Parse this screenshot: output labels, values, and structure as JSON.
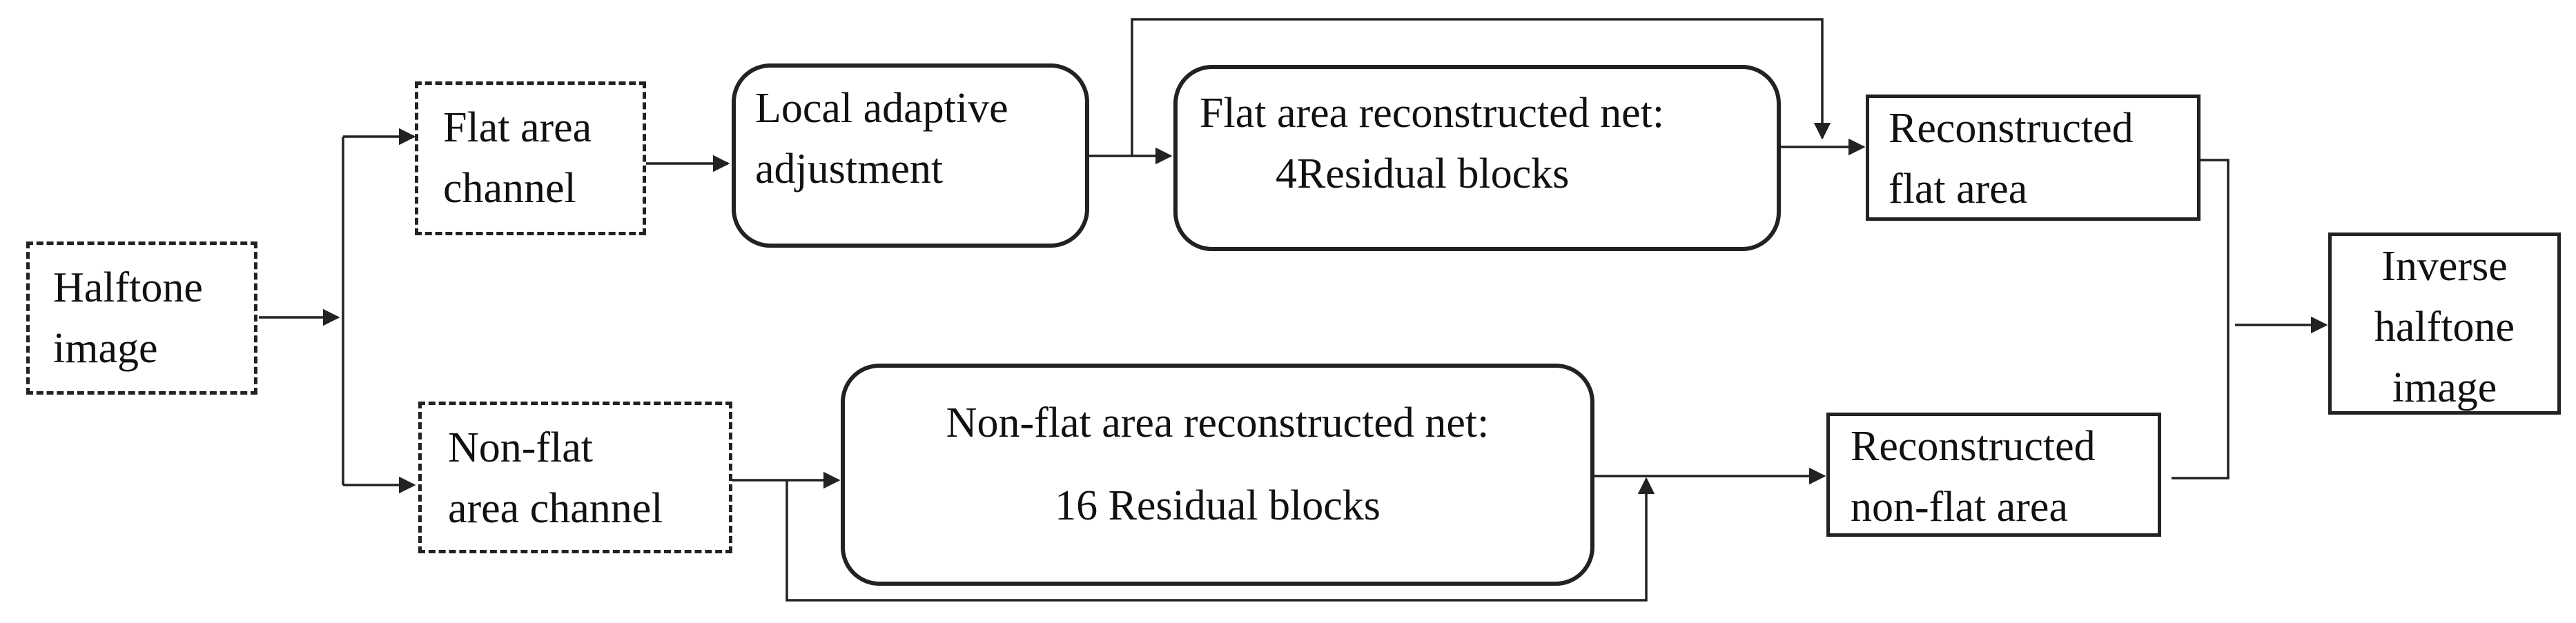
{
  "nodes": {
    "halftone": {
      "line1": "Halftone",
      "line2": "image"
    },
    "flat_channel": {
      "line1": "Flat area",
      "line2": "channel"
    },
    "nonflat_channel": {
      "line1": "Non-flat",
      "line2": "area channel"
    },
    "local_adaptive": {
      "line1": "Local adaptive",
      "line2": "adjustment"
    },
    "flat_net": {
      "line1": "Flat area reconstructed net:",
      "line2": "4Residual blocks"
    },
    "nonflat_net": {
      "line1": "Non-flat area reconstructed net:",
      "line2": "16 Residual blocks"
    },
    "recon_flat": {
      "line1": "Reconstructed",
      "line2": "flat area"
    },
    "recon_nonflat": {
      "line1": "Reconstructed",
      "line2": "non-flat area"
    },
    "inverse": {
      "line1": "Inverse",
      "line2": "halftone",
      "line3": "image"
    }
  },
  "colors": {
    "stroke": "#222222",
    "text": "#111111",
    "background": "#ffffff"
  }
}
